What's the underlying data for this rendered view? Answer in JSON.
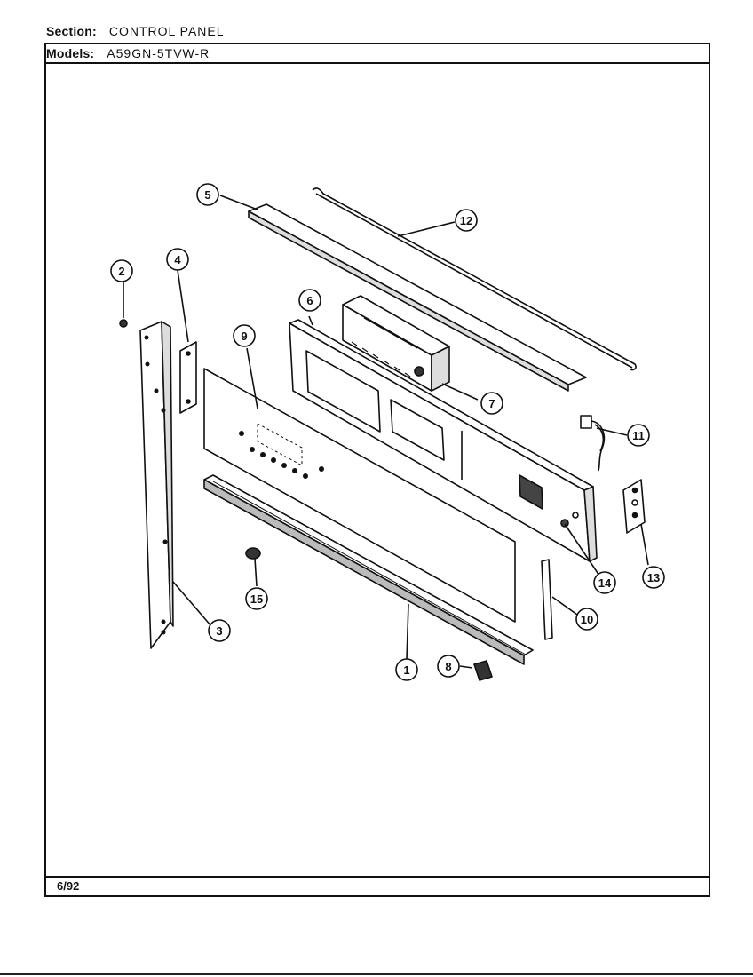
{
  "header": {
    "section_label": "Section:",
    "section_value": "CONTROL PANEL",
    "models_label": "Models:",
    "models_value": "A59GN-5TVW-R"
  },
  "footer": {
    "date": "6/92"
  },
  "callouts": [
    "1",
    "2",
    "3",
    "4",
    "5",
    "6",
    "7",
    "8",
    "9",
    "10",
    "11",
    "12",
    "13",
    "14",
    "15"
  ]
}
